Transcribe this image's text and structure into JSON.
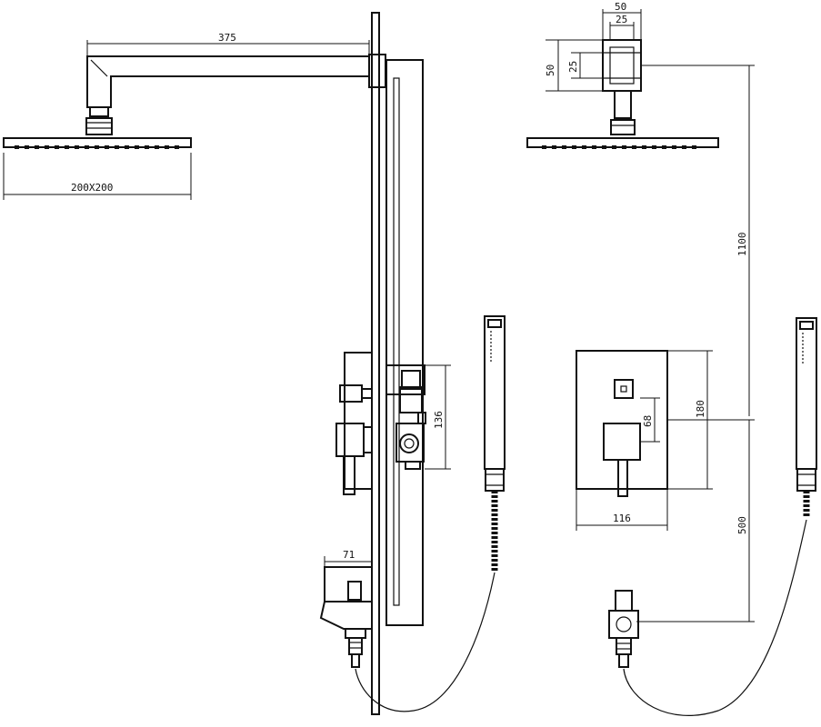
{
  "dimensions": {
    "arm_length": "375",
    "head_size": "200X200",
    "head_width_a": "50",
    "head_width_b": "25",
    "head_height_a": "50",
    "head_height_b": "25",
    "valve_spacing": "136",
    "spout_projection": "71",
    "riser_height": "1100",
    "plate_height": "180",
    "handle_length": "68",
    "plate_width": "116",
    "outlet_height": "500"
  },
  "colors": {
    "line": "#111111",
    "background": "#ffffff"
  }
}
